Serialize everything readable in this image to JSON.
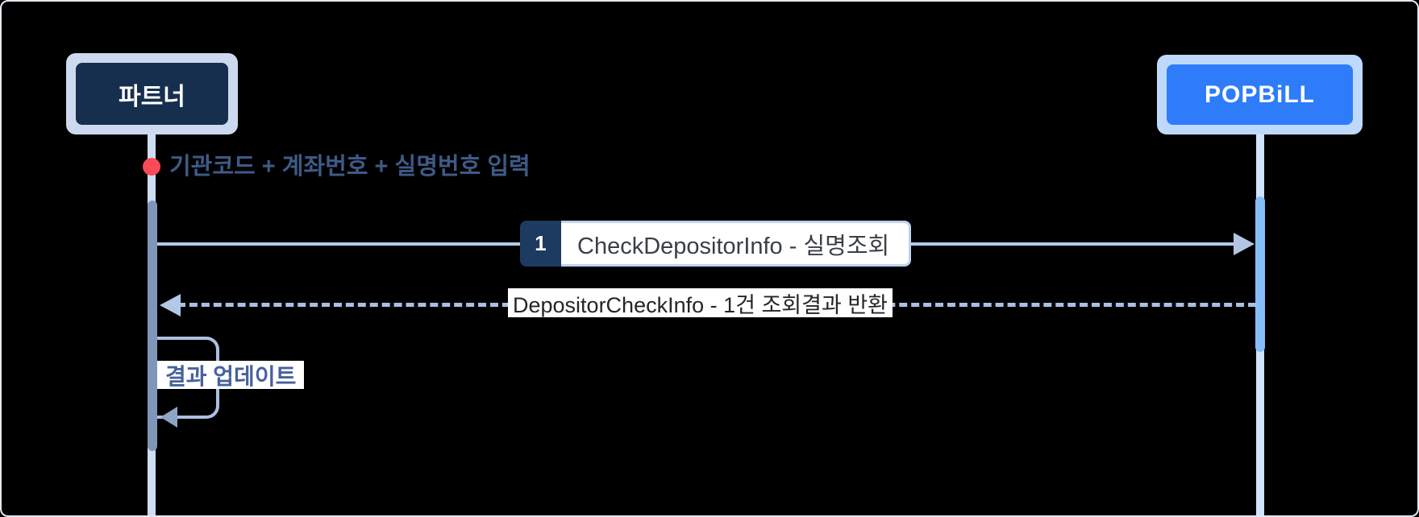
{
  "actors": {
    "partner": {
      "label": "파트너"
    },
    "popbill": {
      "label": "POPBiLL"
    }
  },
  "start_note": {
    "label": "기관코드 + 계좌번호 + 실명번호 입력"
  },
  "messages": [
    {
      "step": "1",
      "label": "CheckDepositorInfo - 실명조회",
      "from": "partner",
      "to": "popbill",
      "style": "solid"
    },
    {
      "label": "DepositorCheckInfo - 1건 조회결과 반환",
      "from": "popbill",
      "to": "partner",
      "style": "dashed"
    }
  ],
  "self_message": {
    "label": "결과 업데이트",
    "actor": "partner"
  },
  "colors": {
    "background": "#000000",
    "frame_border": "#e4e9f2",
    "partner_box": "#162f4e",
    "partner_box_glow": "#ccd9ee",
    "popbill_box": "#2e7cfa",
    "popbill_box_glow": "#bfd9fd",
    "partner_lifeline": "#cdddf3",
    "partner_activation": "#7e96b8",
    "popbill_lifeline": "#d0e4fe",
    "popbill_activation": "#85bdf8",
    "start_dot": "#fb4a57",
    "note_text": "#3e5a86",
    "solid_arrow": "#b5c9e7",
    "dashed_arrow": "#a9c0e4",
    "step_badge": "#1d3b60",
    "loop_line": "#abc0e1",
    "loop_text": "#46629b"
  }
}
